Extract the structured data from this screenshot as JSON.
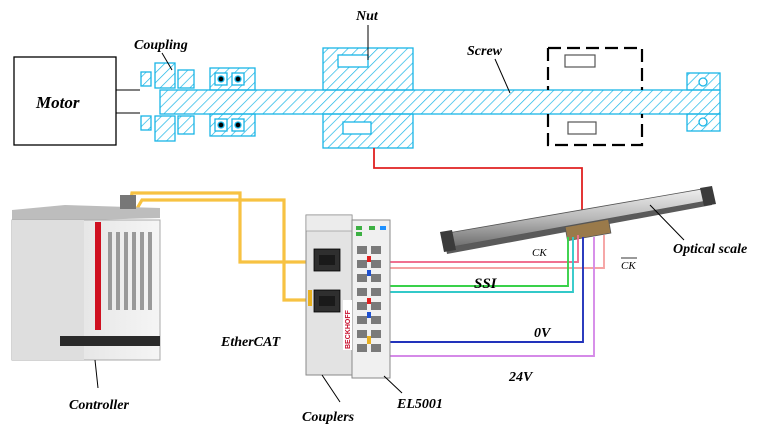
{
  "labels": {
    "motor": "Motor",
    "coupling": "Coupling",
    "nut": "Nut",
    "screw": "Screw",
    "optical_scale": "Optical scale",
    "ck": "CK",
    "ck_bar": "CK",
    "ssi": "SSI",
    "zero_v": "0V",
    "twenty_four_v": "24V",
    "ethercat": "EtherCAT",
    "controller": "Controller",
    "couplers": "Couplers",
    "el5001": "EL5001",
    "beckhoff": "BECKHOFF"
  },
  "colors": {
    "mechanism": "#19b5e6",
    "nut_link": "#e02020",
    "ethercat_cable": "#f7c242",
    "ck_wire": "#f07090",
    "ck_bar_wire": "#f5a3a3",
    "ssi_wire": "#39d14a",
    "zero_v_wire": "#2233bb",
    "twenty_four_v_wire": "#d58ae8",
    "dashed_outline": "#000000",
    "grey_outline": "#555555"
  }
}
